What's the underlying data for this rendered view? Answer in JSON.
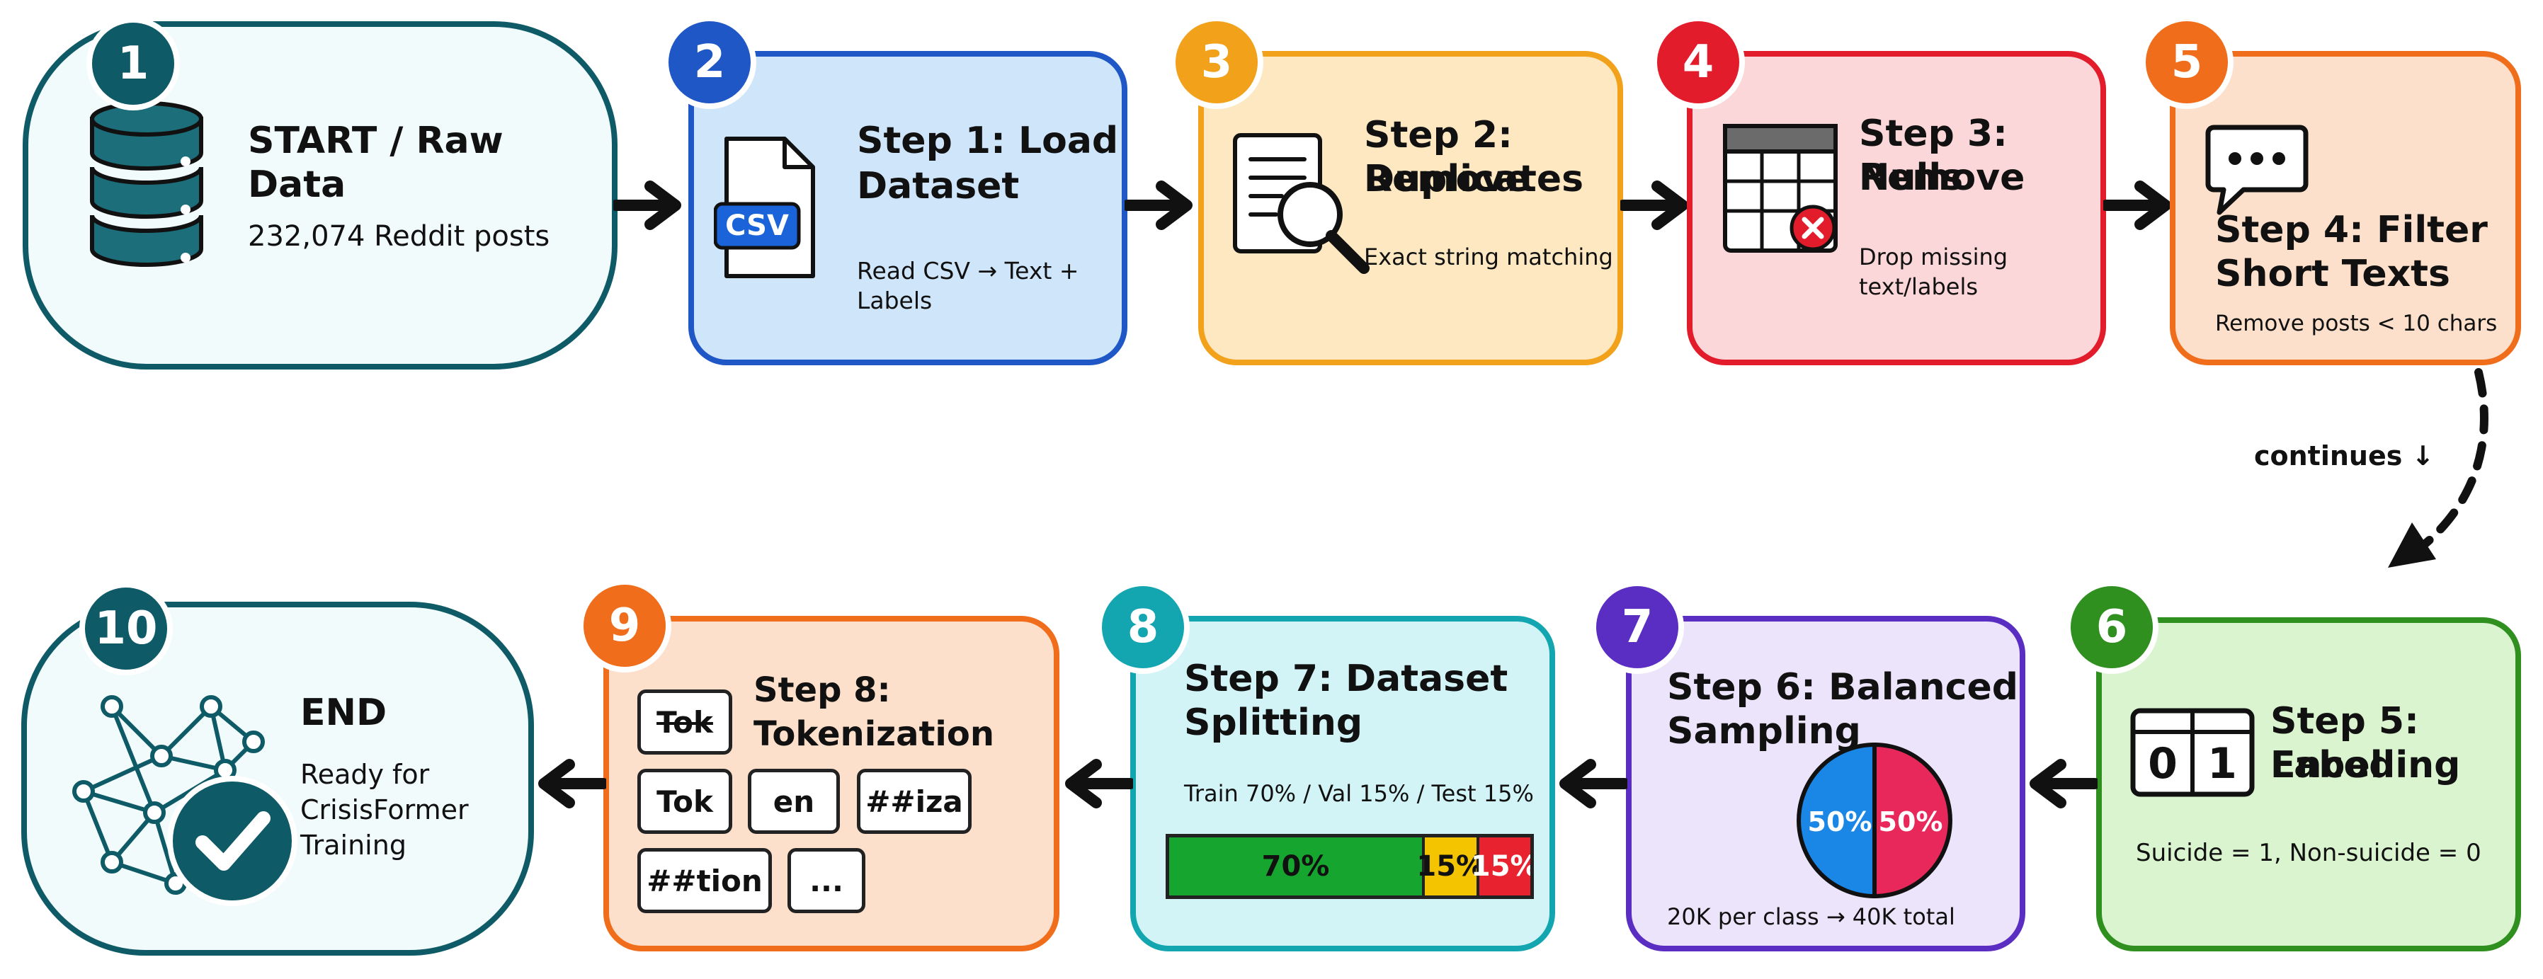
{
  "colors": {
    "teal": "#0e5a66",
    "blue": "#1f57c7",
    "yellow": "#f2a11a",
    "red": "#e21c2a",
    "orange": "#f06d1c",
    "green": "#2f8f1f",
    "purple": "#5b2ec3",
    "cyan": "#13a6b0"
  },
  "nodes": {
    "n1": {
      "num": "1",
      "title": "START / Raw Data",
      "sub": "232,074 Reddit posts",
      "icon": "database-icon"
    },
    "n2": {
      "num": "2",
      "title_1": "Step 1: Load",
      "title_2": "Dataset",
      "sub": "Read CSV → Text + Labels",
      "icon": "csv-file-icon",
      "icon_text": "CSV"
    },
    "n3": {
      "num": "3",
      "title_1": "Step 2: Remove",
      "title_2": "Duplicates",
      "sub": "Exact string matching",
      "icon": "document-search-icon"
    },
    "n4": {
      "num": "4",
      "title_1": "Step 3: Remove",
      "title_2": "Nulls",
      "sub": "Drop missing text/labels",
      "icon": "table-error-icon"
    },
    "n5": {
      "num": "5",
      "title_1": "Step 4: Filter",
      "title_2": "Short Texts",
      "sub": "Remove posts < 10 chars",
      "icon": "chat-bubble-icon"
    },
    "n6": {
      "num": "6",
      "title_1": "Step 5: Label",
      "title_2": "Encoding",
      "sub": "Suicide = 1, Non-suicide = 0",
      "icon": "binary-counter-icon",
      "digit_0": "0",
      "digit_1": "1"
    },
    "n7": {
      "num": "7",
      "title_1": "Step 6: Balanced",
      "title_2": "Sampling",
      "sub": "20K per class → 40K total",
      "icon": "pie-chart-icon",
      "left_pct": "50%",
      "right_pct": "50%"
    },
    "n8": {
      "num": "8",
      "title_1": "Step 7: Dataset",
      "title_2": "Splitting",
      "sub": "Train 70% / Val 15% / Test 15%",
      "split": [
        {
          "label": "70%",
          "value": 70,
          "color": "#16a52e"
        },
        {
          "label": "15%",
          "value": 15,
          "color": "#f5c400"
        },
        {
          "label": "15%",
          "value": 15,
          "color": "#e8222f"
        }
      ]
    },
    "n9": {
      "num": "9",
      "title": "Step 8: Tokenization",
      "tokens": [
        "Tok",
        "Tok",
        "en",
        "##iza",
        "##tion",
        "..."
      ]
    },
    "n10": {
      "num": "10",
      "title": "END",
      "sub_1": "Ready for",
      "sub_2": "CrisisFormer",
      "sub_3": "Training",
      "icon": "neural-network-check-icon"
    }
  },
  "continues_label": "continues ↓"
}
